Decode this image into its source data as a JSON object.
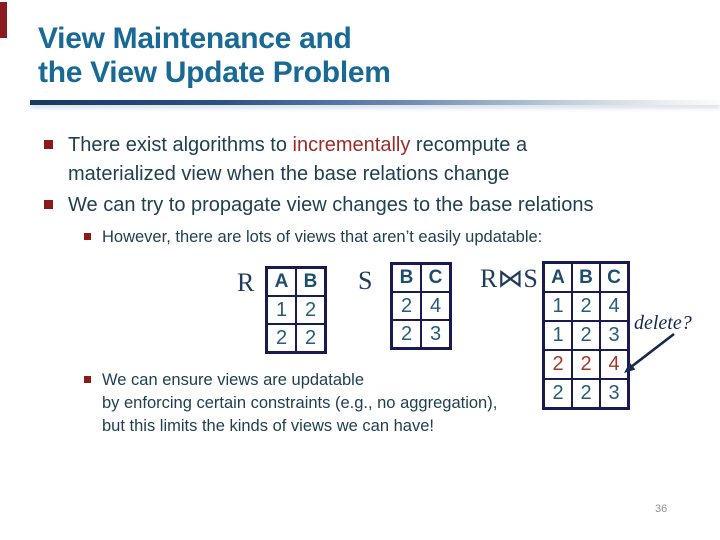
{
  "title": {
    "lines": [
      "View Maintenance and",
      "the View Update Problem"
    ]
  },
  "page_number": "36",
  "bullets": [
    {
      "level": 1,
      "lines": [
        [
          {
            "text": "There exist algorithms to "
          },
          {
            "text": "incrementally",
            "accent": true
          },
          {
            "text": " recompute a"
          }
        ],
        [
          {
            "text": "materialized view when the base relations change"
          }
        ]
      ]
    },
    {
      "level": 1,
      "lines": [
        [
          {
            "text": "We can try to propagate view changes to the base relations"
          }
        ]
      ]
    },
    {
      "level": 2,
      "lines": [
        [
          {
            "text": "However, there are lots of views that aren’t easily updatable:"
          }
        ]
      ]
    },
    {
      "level": 2,
      "lines": [
        [
          {
            "text": "We can ensure views are updatable"
          }
        ],
        [
          {
            "text": "by enforcing certain constraints (e.g., no aggregation),"
          }
        ],
        [
          {
            "text": "but this limits the kinds of views we can have!"
          }
        ]
      ]
    }
  ],
  "relations": [
    {
      "name": "R",
      "headers": [
        "A",
        "B"
      ],
      "rows": [
        [
          "1",
          "2"
        ],
        [
          "2",
          "2"
        ]
      ],
      "highlight_rows": []
    },
    {
      "name": "S",
      "headers": [
        "B",
        "C"
      ],
      "rows": [
        [
          "2",
          "4"
        ],
        [
          "2",
          "3"
        ]
      ],
      "highlight_rows": []
    },
    {
      "name": "R⋈S",
      "headers": [
        "A",
        "B",
        "C"
      ],
      "rows": [
        [
          "1",
          "2",
          "4"
        ],
        [
          "1",
          "2",
          "3"
        ],
        [
          "2",
          "2",
          "4"
        ],
        [
          "2",
          "2",
          "3"
        ]
      ],
      "highlight_rows": [
        2
      ]
    }
  ],
  "annotation": {
    "label": "delete?"
  },
  "colors": {
    "title_blue": "#186A95",
    "body_navy": "#204052",
    "accent_red": "#9E2B28",
    "bullet_red": "#8C1A1A",
    "table_border": "#1A1A52",
    "table_text": "#265C77",
    "highlight_red": "#A03A2B",
    "corner_red": "#8C1B20",
    "page_gray": "#8F8F8F"
  }
}
